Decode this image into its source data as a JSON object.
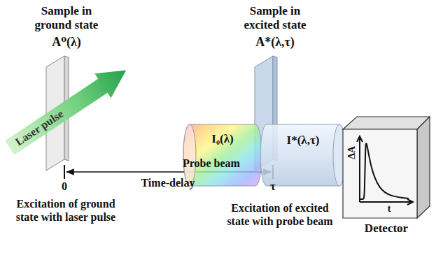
{
  "diagram": {
    "nodes": [
      {
        "text": [
          "Laser pulse"
        ]
      },
      {
        "text": [
          "I₀(λ)"
        ]
      },
      {
        "text": [
          "I*(λ,τ)"
        ]
      },
      {
        "text": [
          "Detector"
        ]
      }
    ],
    "labels": [
      "Sample in ground state",
      "A⁰(λ)",
      "Sample in excited state",
      "A*(λ,τ)",
      "Probe beam",
      "0",
      "τ",
      "Time-delay",
      "ΔA",
      "t",
      "Excitation of ground state with laser pulse",
      "Excitation of excited state with probe beam"
    ]
  }
}
